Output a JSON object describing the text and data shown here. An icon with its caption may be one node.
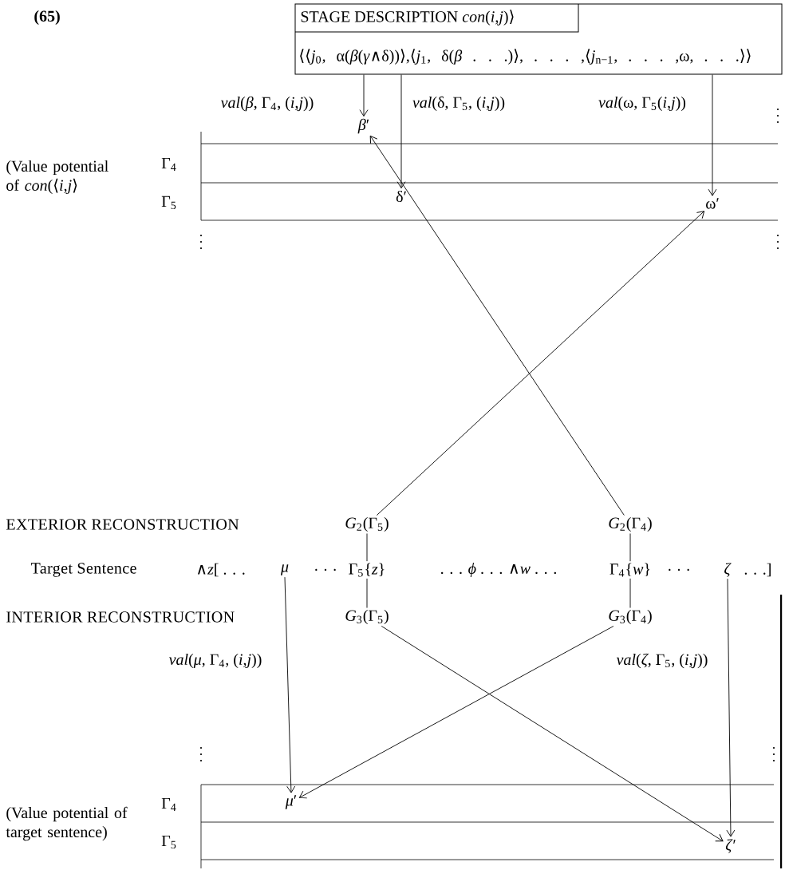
{
  "diagram": {
    "nodes": [
      {
        "text": [
          "STAGE DESCRIPTION *con*(*i*,*j*)⟩",
          "⟨⟨*j*$_{0}$, α(*β*(*γ*∧δ))⟩,⟨*j*$_{1}$, δ(*β* . . .)⟩, . . . ,⟨*j*$_{n−1}$, . . . ,ω, . . .⟩⟩"
        ]
      },
      {
        "text": [
          "*β*′"
        ]
      },
      {
        "text": [
          "δ′"
        ]
      },
      {
        "text": [
          "ω′"
        ]
      },
      {
        "text": [
          "*G*$_{2}$(Γ$_{5}$)"
        ]
      },
      {
        "text": [
          "*G*$_{2}$(Γ$_{4}$)"
        ]
      },
      {
        "text": [
          "*μ*"
        ]
      },
      {
        "text": [
          "Γ$_{5}${*z*}"
        ]
      },
      {
        "text": [
          "Γ$_{4}${*w*}"
        ]
      },
      {
        "text": [
          "*ζ*"
        ]
      },
      {
        "text": [
          "*G*$_{3}$(Γ$_{5}$)"
        ]
      },
      {
        "text": [
          "*G*$_{3}$(Γ$_{4}$)"
        ]
      },
      {
        "text": [
          "*μ*′"
        ]
      },
      {
        "text": [
          "*ζ*′"
        ]
      }
    ],
    "edges": [
      {
        "from": 0,
        "to": 1,
        "arrow": "to",
        "label": "*val*(*β*, Γ$_{4}$, (*i*,*j*))"
      },
      {
        "from": 0,
        "to": 2,
        "arrow": "to",
        "label": "*val*(δ, Γ$_{5}$, (*i*,*j*))"
      },
      {
        "from": 0,
        "to": 3,
        "arrow": "to",
        "label": "*val*(ω, Γ$_{5}$(*i*,*j*))"
      },
      {
        "from": 5,
        "to": 1,
        "arrow": "to"
      },
      {
        "from": 4,
        "to": 3,
        "arrow": "to"
      },
      {
        "from": 4,
        "to": 7,
        "arrow": "none"
      },
      {
        "from": 5,
        "to": 8,
        "arrow": "none"
      },
      {
        "from": 7,
        "to": 10,
        "arrow": "none"
      },
      {
        "from": 8,
        "to": 11,
        "arrow": "none"
      },
      {
        "from": 6,
        "to": 12,
        "arrow": "to",
        "label": "*val*(*μ*, Γ$_{4}$, (*i*,*j*))"
      },
      {
        "from": 11,
        "to": 12,
        "arrow": "to"
      },
      {
        "from": 10,
        "to": 13,
        "arrow": "to"
      },
      {
        "from": 9,
        "to": 13,
        "arrow": "to",
        "label": "*val*(*ζ*, Γ$_{5}$, (*i*,*j*))"
      }
    ],
    "labels": [
      "(65)",
      "(Value potential of *con*(⟨*i*,*j*⟩",
      "Γ$_{4}$",
      "Γ$_{5}$",
      "EXTERIOR RECONSTRUCTION",
      "Target Sentence",
      "∧*z*[ . . .",
      ". . .",
      ". . . *ϕ* . . . ∧*w* . . .",
      ". . .",
      ". . .]",
      "INTERIOR RECONSTRUCTION",
      "(Value potential of target sentence)",
      "Γ$_{4}$",
      "Γ$_{5}$"
    ]
  }
}
